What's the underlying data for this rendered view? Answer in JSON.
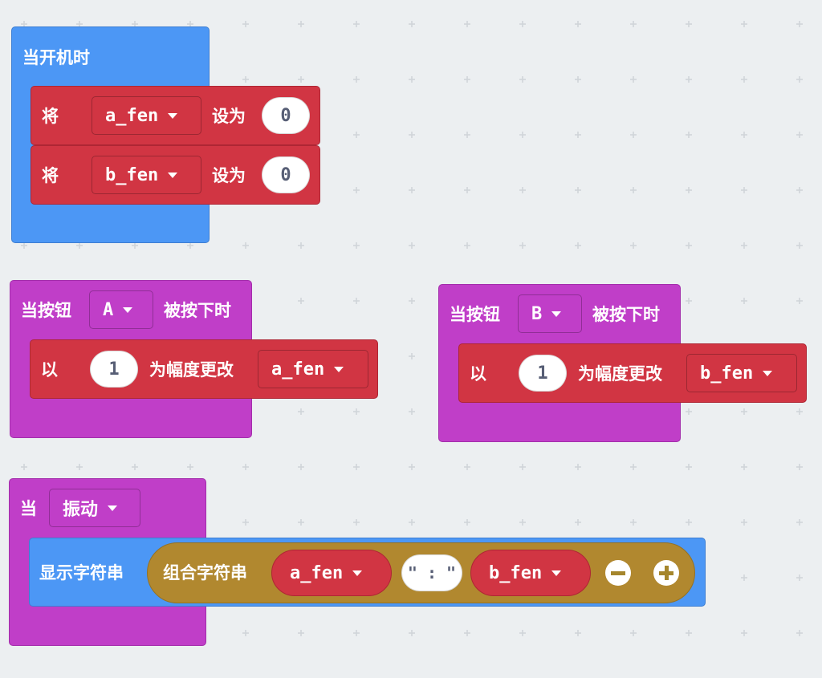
{
  "colors": {
    "background": "#eceff1",
    "basic": "#4c97f5",
    "basic_dark": "#3d7ed2",
    "variables": "#d13543",
    "variables_dark": "#ae2634",
    "input": "#c03ec8",
    "input_dark": "#a32dab",
    "text": "#b1882f",
    "text_dark": "#957123"
  },
  "on_start": {
    "label": "当开机时",
    "rows": [
      {
        "keyword": "将",
        "variable": "a_fen",
        "to_label": "设为",
        "value": "0"
      },
      {
        "keyword": "将",
        "variable": "b_fen",
        "to_label": "设为",
        "value": "0"
      }
    ]
  },
  "button_a": {
    "prefix": "当按钮",
    "button": "A",
    "suffix": "被按下时",
    "change": {
      "keyword": "以",
      "value": "1",
      "label": "为幅度更改",
      "variable": "a_fen"
    }
  },
  "button_b": {
    "prefix": "当按钮",
    "button": "B",
    "suffix": "被按下时",
    "change": {
      "keyword": "以",
      "value": "1",
      "label": "为幅度更改",
      "variable": "b_fen"
    }
  },
  "on_gesture": {
    "prefix": "当",
    "gesture": "振动",
    "show": {
      "label": "显示字符串",
      "join_label": "组合字符串",
      "var1": "a_fen",
      "separator": "\" : \"",
      "var2": "b_fen",
      "minus_icon": "minus-circle-icon",
      "plus_icon": "plus-circle-icon"
    }
  }
}
